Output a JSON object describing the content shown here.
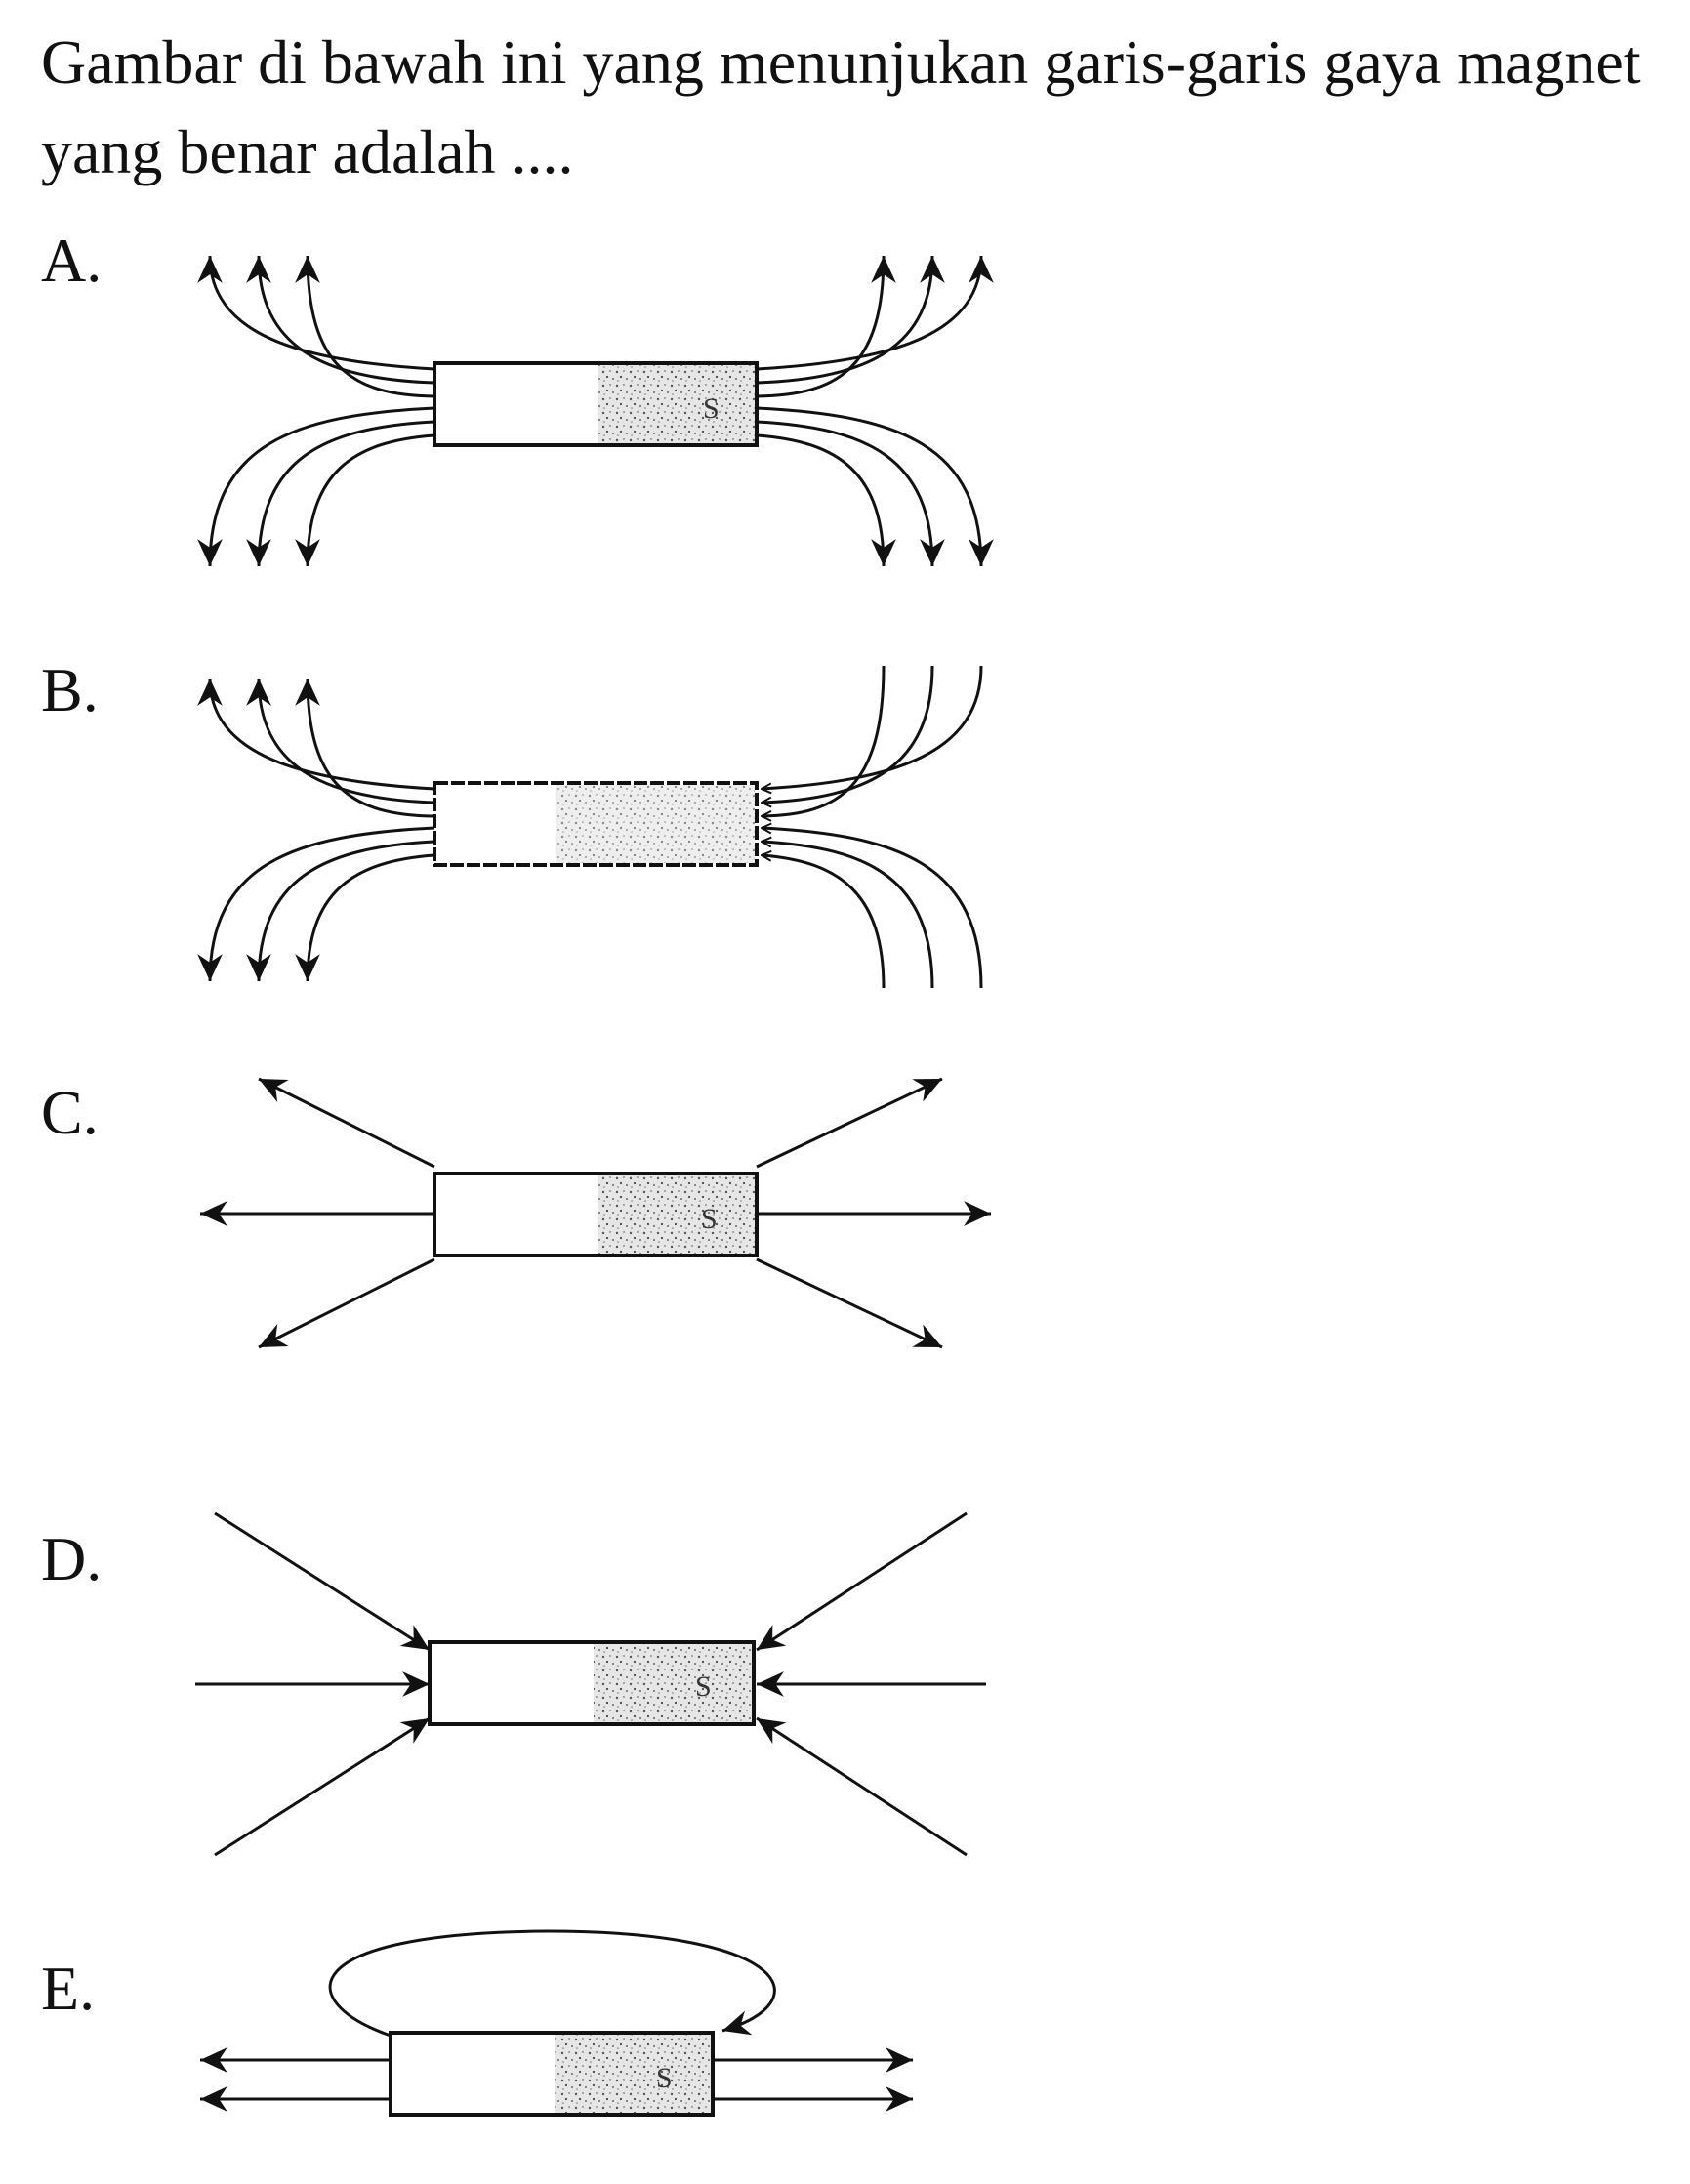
{
  "question": {
    "text": "Gambar di bawah ini yang menunjukan garis-garis gaya magnet yang benar adalah ...."
  },
  "options": [
    {
      "label": "A.",
      "pattern": "curved lines leaving both ends, arrows pointing outward"
    },
    {
      "label": "B.",
      "pattern": "curved lines leaving left end, entering right end"
    },
    {
      "label": "C.",
      "pattern": "straight lines pointing outward from both ends"
    },
    {
      "label": "D.",
      "pattern": "straight lines pointing inward to both ends"
    },
    {
      "label": "E.",
      "pattern": "loop over magnet with horizontal double arrows outward"
    }
  ],
  "magnet": {
    "pole_label": "S",
    "shade_color": "#cfcfcf",
    "line_color": "#111111"
  }
}
